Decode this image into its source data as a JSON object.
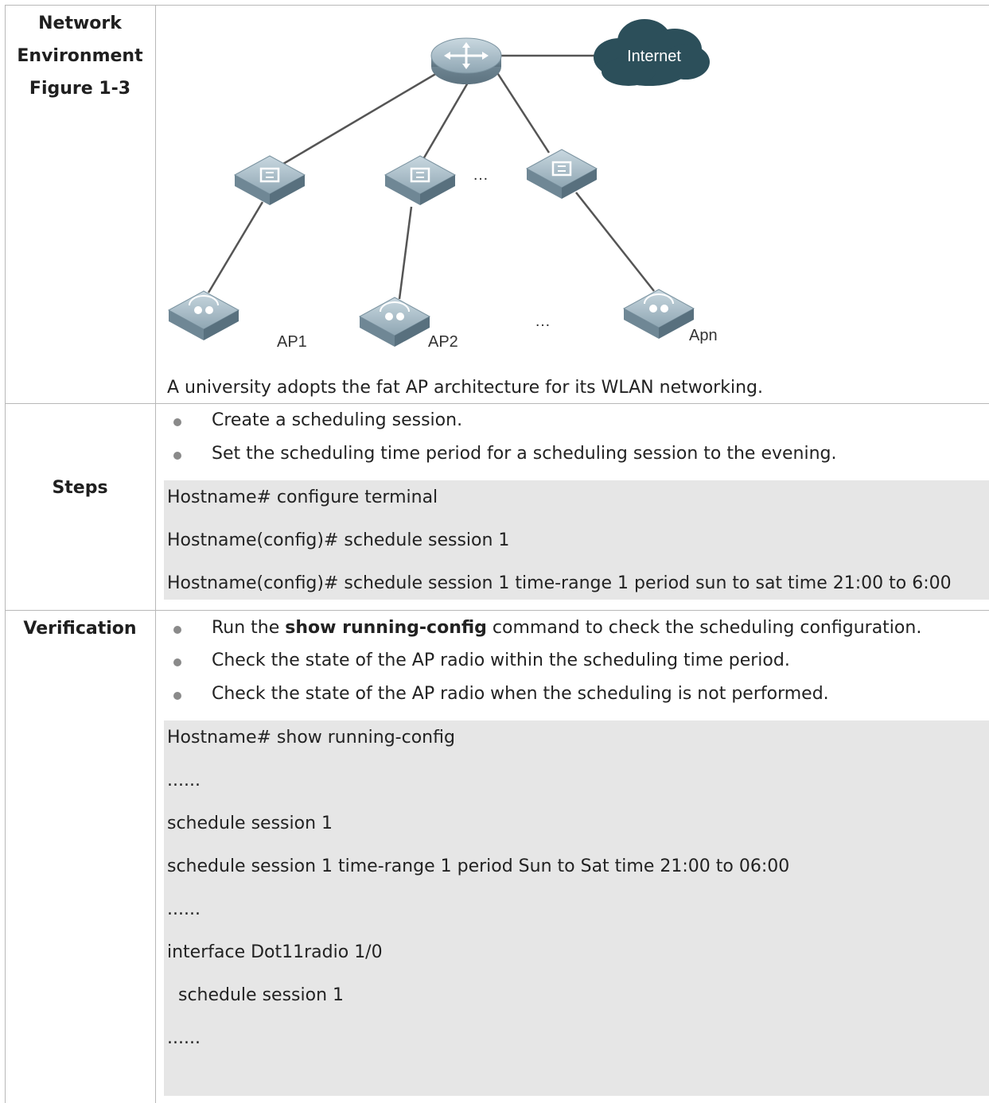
{
  "rows": {
    "network": {
      "label_lines": [
        "Network",
        "Environment",
        "Figure 1-3"
      ],
      "diagram": {
        "cloud_label": "Internet",
        "ap_labels": [
          "AP1",
          "AP2",
          "Apn"
        ],
        "ellipsis": "…"
      },
      "description": "A university adopts the fat AP architecture for its WLAN networking."
    },
    "steps": {
      "label": "Steps",
      "bullets": [
        "Create a scheduling session.",
        "Set the scheduling time period for a scheduling session to the evening."
      ],
      "code": [
        "Hostname# configure terminal",
        "Hostname(config)# schedule session 1",
        "Hostname(config)# schedule session 1 time-range 1 period sun to sat time 21:00 to 6:00"
      ]
    },
    "verification": {
      "label": "Verification",
      "bullet1_prefix": "Run the ",
      "bullet1_bold": "show running-config",
      "bullet1_suffix": " command to check the scheduling configuration.",
      "bullets": [
        "Check the state of the AP radio within the scheduling time period.",
        "Check the state of the AP radio when the scheduling is not performed."
      ],
      "code": [
        "Hostname# show running-config",
        "......",
        "schedule session 1",
        "schedule session 1 time-range 1 period Sun to Sat time 21:00 to 06:00",
        "......",
        "interface Dot11radio 1/0",
        "  schedule session 1",
        "......"
      ]
    }
  },
  "colors": {
    "border": "#b8b8b8",
    "code_bg": "#e6e6e6",
    "cloud": "#2c4f5a",
    "device": "#9db3c0"
  }
}
